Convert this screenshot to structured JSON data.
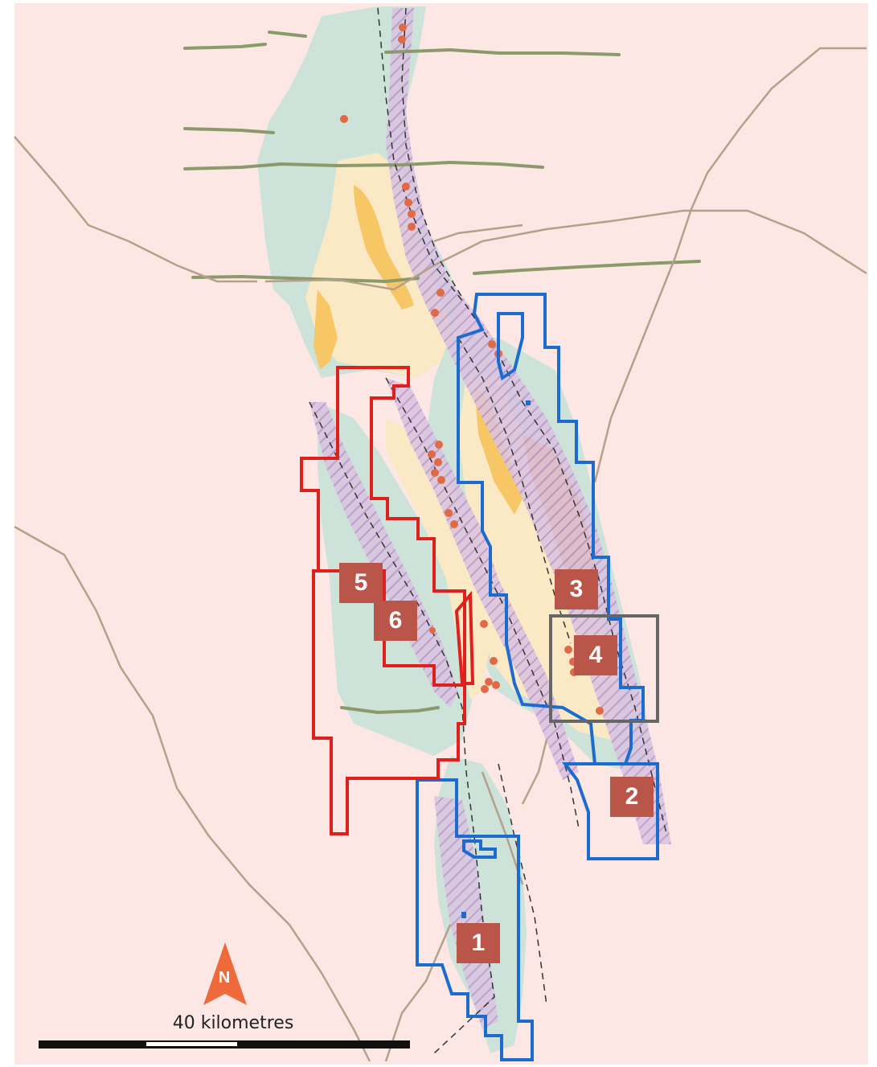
{
  "map": {
    "colors": {
      "background": "#fde7e5",
      "greenstone": "#cde3da",
      "sediment": "#fbe9c6",
      "granite_yellow": "#f7c766",
      "ultramafic_orange": "#f3a55a",
      "shear_purple": "#c7a9d3",
      "road": "#b5a08a",
      "dyke": "#8a9a6a",
      "deposit": "#e06a45",
      "tenement_blue": "#1c6cd0",
      "tenement_red": "#e0201c",
      "focus_box": "#666666",
      "marker_fill": "#b95649",
      "north_arrow": "#ee6a3a",
      "scale_bar": "#111111"
    },
    "markers": [
      {
        "label": "1"
      },
      {
        "label": "2"
      },
      {
        "label": "3"
      },
      {
        "label": "4"
      },
      {
        "label": "5"
      },
      {
        "label": "6"
      }
    ],
    "north_arrow": {
      "letter": "N",
      "icon": "north-arrow-icon"
    },
    "scale": {
      "label": "40 kilometres",
      "distance_km": 40
    }
  }
}
